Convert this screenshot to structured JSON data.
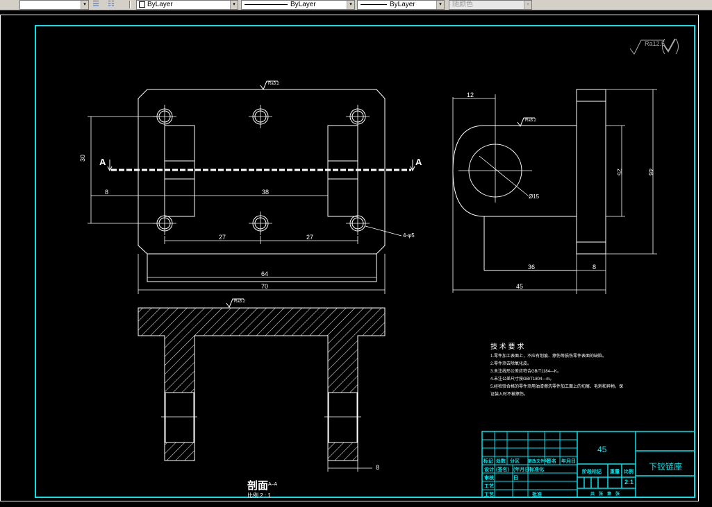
{
  "toolbar": {
    "layer_dropdown_arrow": "▾",
    "color_value": "ByLayer",
    "linetype_value": "ByLayer",
    "lineweight_value": "ByLayer",
    "plotstyle_value": "随颜色",
    "arrow": "▾"
  },
  "drawing": {
    "roughness_corner": "Ra12.5",
    "roughness_local": "Ra3.2",
    "section_marker": "A",
    "dims": {
      "top_height": "30",
      "top_left_8": "8",
      "top_38": "38",
      "top_27a": "27",
      "top_27b": "27",
      "top_64": "64",
      "top_70": "70",
      "hole_note": "4-φ5",
      "side_12": "12",
      "side_diameter": "Ø15",
      "side_25": "25",
      "side_46": "46",
      "side_36": "36",
      "side_8": "8",
      "side_45": "45",
      "section_8": "8"
    },
    "section_title": "剖面",
    "section_suffix": "A–A",
    "section_scale": "比例 2 : 1"
  },
  "tech_requirements": {
    "title": "技 术 要 求",
    "items": [
      "1.零件加工表面上，不应有划痕、擦伤等损伤零件表面的缺陷。",
      "2.零件须去除氧化皮。",
      "3.未注线形公差应符合GB/T1184—K。",
      "4.未注公差尺寸按GB/T1804—m。",
      "5.经检验合格的零件须用油漆擦洗零件加工面上的切屑、毛刺和异物，保",
      "  证装入时不被擦伤。"
    ]
  },
  "title_block": {
    "material": "45",
    "part_name": "下铰链座",
    "header_cells": [
      "标记",
      "处数",
      "分区",
      "更改文件号",
      "签名",
      "年月日"
    ],
    "row_design": "设计",
    "row_standard": "(签名)",
    "row_date": "(年月日)",
    "row_std_label": "标准化",
    "row_check": "审核",
    "row_process": "工艺",
    "row_approve": "批准",
    "stage_label": "阶段标记",
    "weight_label": "重量",
    "scale_label": "比例",
    "scale_value": "2:1",
    "sheet_label": "共　张　第　张",
    "sheet_short": "日"
  }
}
